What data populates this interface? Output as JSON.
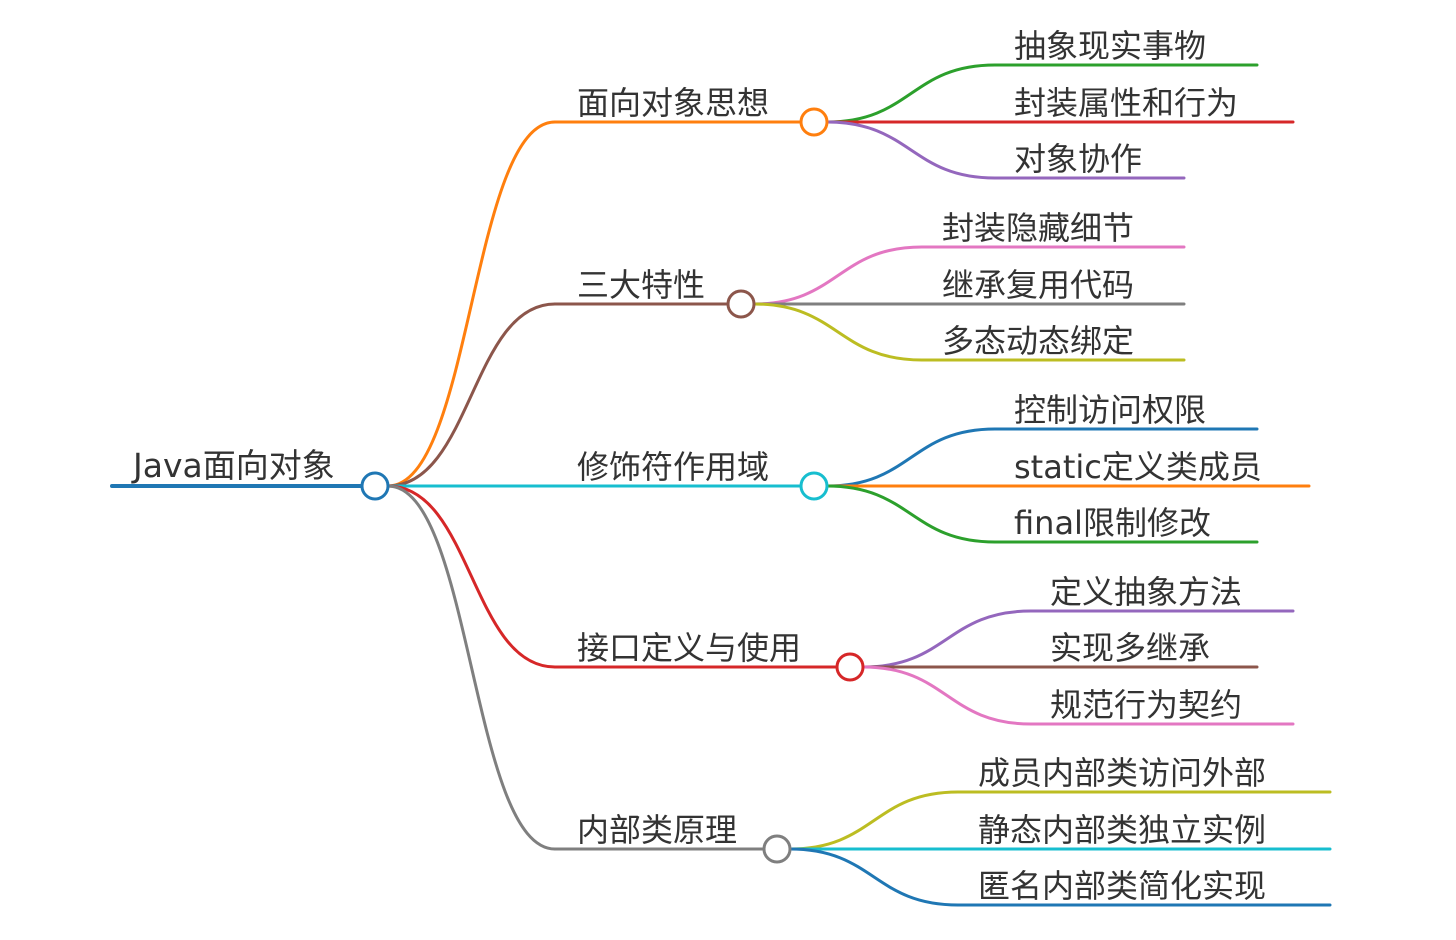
{
  "root": {
    "label": "Java面向对象",
    "color": "#1f77b4"
  },
  "branches": [
    {
      "label": "面向对象思想",
      "color": "#ff7f0e",
      "children": [
        {
          "label": "抽象现实事物",
          "color": "#2ca02c"
        },
        {
          "label": "封装属性和行为",
          "color": "#d62728"
        },
        {
          "label": "对象协作",
          "color": "#9467bd"
        }
      ]
    },
    {
      "label": "三大特性",
      "color": "#8c564b",
      "children": [
        {
          "label": "封装隐藏细节",
          "color": "#e377c2"
        },
        {
          "label": "继承复用代码",
          "color": "#7f7f7f"
        },
        {
          "label": "多态动态绑定",
          "color": "#bcbd22"
        }
      ]
    },
    {
      "label": "修饰符作用域",
      "color": "#17becf",
      "children": [
        {
          "label": "控制访问权限",
          "color": "#1f77b4"
        },
        {
          "label": "static定义类成员",
          "color": "#ff7f0e"
        },
        {
          "label": "final限制修改",
          "color": "#2ca02c"
        }
      ]
    },
    {
      "label": "接口定义与使用",
      "color": "#d62728",
      "children": [
        {
          "label": "定义抽象方法",
          "color": "#9467bd"
        },
        {
          "label": "实现多继承",
          "color": "#8c564b"
        },
        {
          "label": "规范行为契约",
          "color": "#e377c2"
        }
      ]
    },
    {
      "label": "内部类原理",
      "color": "#7f7f7f",
      "children": [
        {
          "label": "成员内部类访问外部",
          "color": "#bcbd22"
        },
        {
          "label": "静态内部类独立实例",
          "color": "#17becf"
        },
        {
          "label": "匿名内部类简化实现",
          "color": "#1f77b4"
        }
      ]
    }
  ]
}
